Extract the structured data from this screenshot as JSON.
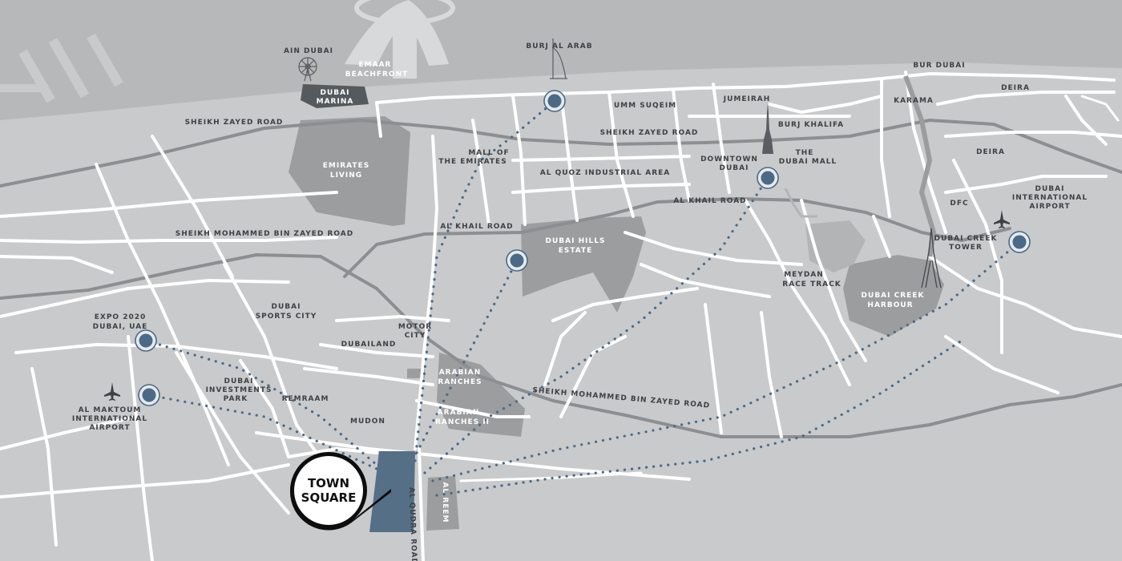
{
  "map": {
    "colors": {
      "land": "#c9cacc",
      "sea": "#b6b8ba",
      "road": "#ffffff",
      "highway": "#8c8f92",
      "district": "#9c9d9f",
      "accent": "#4a6a87",
      "pin": "#0d0d0d"
    },
    "logo": {
      "line1": "TOWN",
      "line2": "SQUARE"
    },
    "places": {
      "ain_dubai": "AIN DUBAI",
      "emaar_1": "EMAAR",
      "emaar_2": "BEACHFRONT",
      "dubai_marina_1": "DUBAI",
      "dubai_marina_2": "MARINA",
      "burj_al_arab": "BURJ AL ARAB",
      "umm_suqeim": "UMM SUQEIM",
      "jumeirah": "JUMEIRAH",
      "bur_dubai": "BUR DUBAI",
      "deira_1": "DEIRA",
      "karama": "KARAMA",
      "burj_khalifa": "BURJ KHALIFA",
      "deira_2": "DEIRA",
      "mall_emirates_1": "MALL OF",
      "mall_emirates_2": "THE EMIRATES",
      "downtown_1": "DOWNTOWN",
      "downtown_2": "DUBAI",
      "dubai_mall_1": "THE",
      "dubai_mall_2": "DUBAI MALL",
      "al_quoz": "AL QUOZ INDUSTRIAL AREA",
      "emirates_living_1": "EMIRATES",
      "emirates_living_2": "LIVING",
      "dfc": "DFC",
      "dxb_1": "DUBAI",
      "dxb_2": "INTERNATIONAL",
      "dxb_3": "AIRPORT",
      "dubai_hills_1": "DUBAI HILLS",
      "dubai_hills_2": "ESTATE",
      "creek_tower_1": "DUBAI CREEK",
      "creek_tower_2": "TOWER",
      "meydan_1": "MEYDAN",
      "meydan_2": "RACE TRACK",
      "creek_harbour_1": "DUBAI CREEK",
      "creek_harbour_2": "HARBOUR",
      "sports_city_1": "DUBAI",
      "sports_city_2": "SPORTS CITY",
      "expo_1": "EXPO 2020",
      "expo_2": "DUBAI, UAE",
      "motor_city_1": "MOTOR",
      "motor_city_2": "CITY",
      "dubailand": "DUBAILAND",
      "arabian_ranches_1": "ARABIAN",
      "arabian_ranches_2": "RANCHES",
      "investments_park_1": "DUBAI",
      "investments_park_2": "INVESTMENTS",
      "investments_park_3": "PARK",
      "remraam": "REMRAAM",
      "ranches_ii_1": "ARABIAN",
      "ranches_ii_2": "RANCHES II",
      "mudon": "MUDON",
      "al_maktoum_1": "AL MAKTOUM",
      "al_maktoum_2": "INTERNATIONAL",
      "al_maktoum_3": "AIRPORT",
      "al_reem": "AL REEM"
    },
    "roads": {
      "szr_west": "SHEIKH ZAYED ROAD",
      "szr_east": "SHEIKH ZAYED ROAD",
      "al_khail_west": "AL KHAIL ROAD",
      "al_khail_east": "AL KHAIL ROAD",
      "smbz_west": "SHEIKH MOHAMMED BIN ZAYED ROAD",
      "smbz_east": "SHEIKH MOHAMMED BIN ZAYED ROAD",
      "al_qudra": "AL QUDRA ROAD"
    },
    "icons": [
      "ferris-wheel-icon",
      "burj-al-arab-icon",
      "burj-khalifa-icon",
      "creek-tower-icon",
      "airplane-icon",
      "location-marker-icon",
      "map-pin-icon"
    ]
  }
}
